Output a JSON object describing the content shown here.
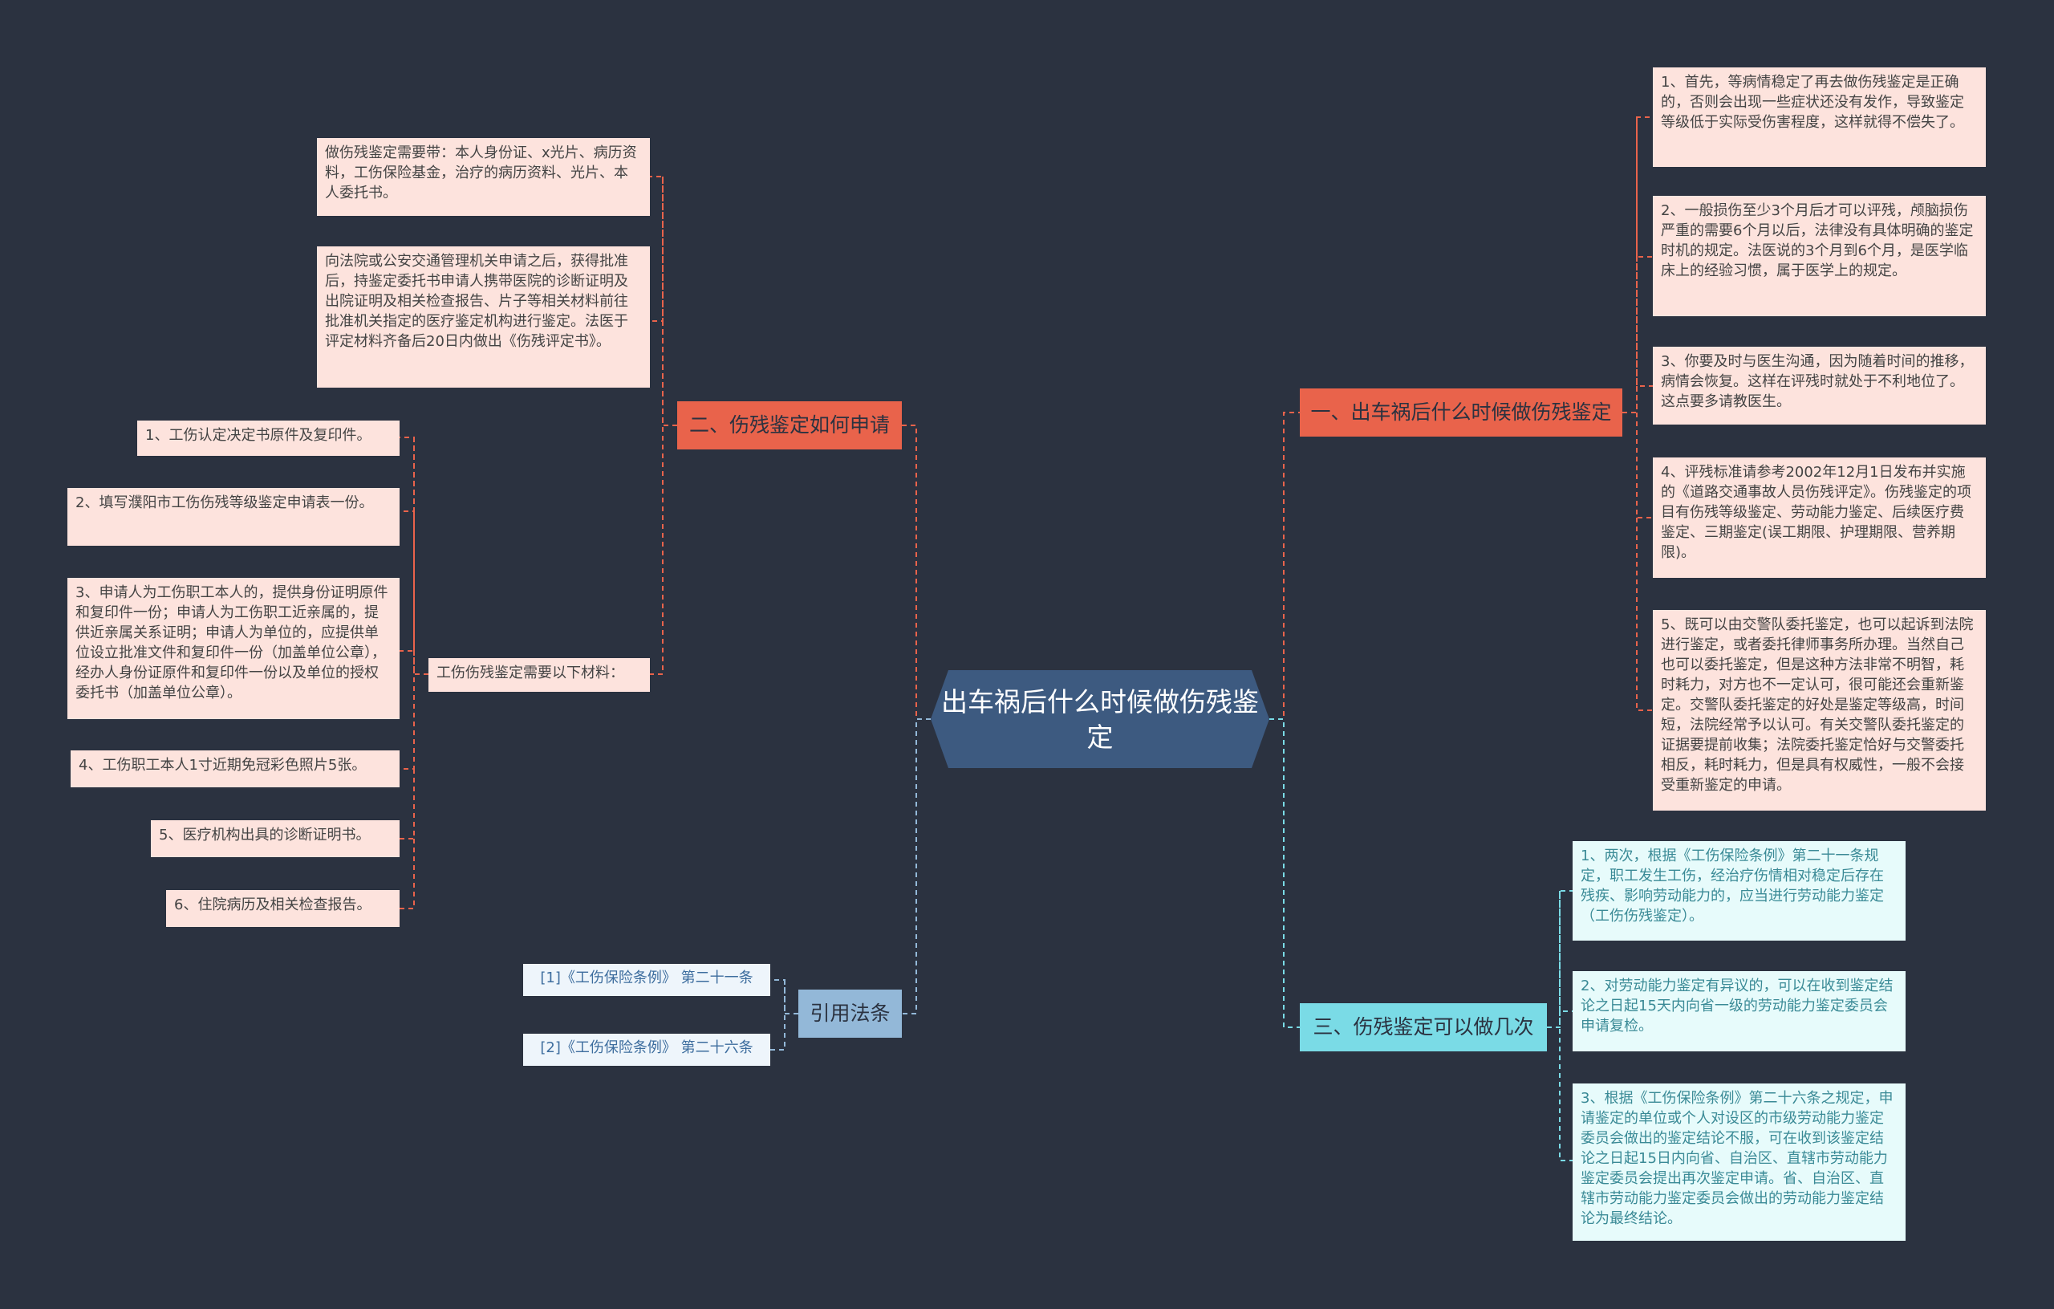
{
  "center": {
    "title": "出车祸后什么时候做伤残鉴定"
  },
  "branch1": {
    "label": "一、出车祸后什么时候做伤残鉴定",
    "items": [
      "1、首先，等病情稳定了再去做伤残鉴定是正确的，否则会出现一些症状还没有发作，导致鉴定等级低于实际受伤害程度，这样就得不偿失了。",
      "2、一般损伤至少3个月后才可以评残，颅脑损伤严重的需要6个月以后，法律没有具体明确的鉴定时机的规定。法医说的3个月到6个月，是医学临床上的经验习惯，属于医学上的规定。",
      "3、你要及时与医生沟通，因为随着时间的推移，病情会恢复。这样在评残时就处于不利地位了。这点要多请教医生。",
      "4、评残标准请参考2002年12月1日发布并实施的《道路交通事故人员伤残评定》。伤残鉴定的项目有伤残等级鉴定、劳动能力鉴定、后续医疗费鉴定、三期鉴定(误工期限、护理期限、营养期限)。",
      "5、既可以由交警队委托鉴定，也可以起诉到法院进行鉴定，或者委托律师事务所办理。当然自己也可以委托鉴定，但是这种方法非常不明智，耗时耗力，对方也不一定认可，很可能还会重新鉴定。交警队委托鉴定的好处是鉴定等级高，时间短，法院经常予以认可。有关交警队委托鉴定的证据要提前收集；法院委托鉴定恰好与交警委托相反，耗时耗力，但是具有权威性，一般不会接受重新鉴定的申请。"
    ]
  },
  "branch2": {
    "label": "二、伤残鉴定如何申请",
    "items": [
      "做伤残鉴定需要带：本人身份证、x光片、病历资料，工伤保险基金，治疗的病历资料、光片、本人委托书。",
      "向法院或公安交通管理机关申请之后，获得批准后，持鉴定委托书申请人携带医院的诊断证明及出院证明及相关检查报告、片子等相关材料前往批准机关指定的医疗鉴定机构进行鉴定。法医于评定材料齐备后20日内做出《伤残评定书》。",
      "工伤伤残鉴定需要以下材料："
    ],
    "materials": [
      "1、工伤认定决定书原件及复印件。",
      "2、填写濮阳市工伤伤残等级鉴定申请表一份。",
      "3、申请人为工伤职工本人的，提供身份证明原件和复印件一份；申请人为工伤职工近亲属的，提供近亲属关系证明；申请人为单位的，应提供单位设立批准文件和复印件一份（加盖单位公章），经办人身份证原件和复印件一份以及单位的授权委托书（加盖单位公章）。",
      "4、工伤职工本人1寸近期免冠彩色照片5张。",
      "5、医疗机构出具的诊断证明书。",
      "6、住院病历及相关检查报告。"
    ]
  },
  "branch3": {
    "label": "三、伤残鉴定可以做几次",
    "items": [
      "1、两次，根据《工伤保险条例》第二十一条规定，职工发生工伤，经治疗伤情相对稳定后存在残疾、影响劳动能力的，应当进行劳动能力鉴定（工伤伤残鉴定）。",
      "2、对劳动能力鉴定有异议的，可以在收到鉴定结论之日起15天内向省一级的劳动能力鉴定委员会申请复检。",
      "3、根据《工伤保险条例》第二十六条之规定，申请鉴定的单位或个人对设区的市级劳动能力鉴定委员会做出的鉴定结论不服，可在收到该鉴定结论之日起15日内向省、自治区、直辖市劳动能力鉴定委员会提出再次鉴定申请。省、自治区、直辖市劳动能力鉴定委员会做出的劳动能力鉴定结论为最终结论。"
    ]
  },
  "branch4": {
    "label": "引用法条",
    "items": [
      "[1]《工伤保险条例》 第二十一条",
      "[2]《工伤保险条例》 第二十六条"
    ]
  },
  "colors": {
    "background": "#2b3240",
    "center": "#3d5a80",
    "red": "#e9634b",
    "blue": "#93b8d8",
    "cyan": "#7adbe6",
    "leaf_pink": "#fde3dd",
    "leaf_cyan": "#e7fbfb"
  }
}
